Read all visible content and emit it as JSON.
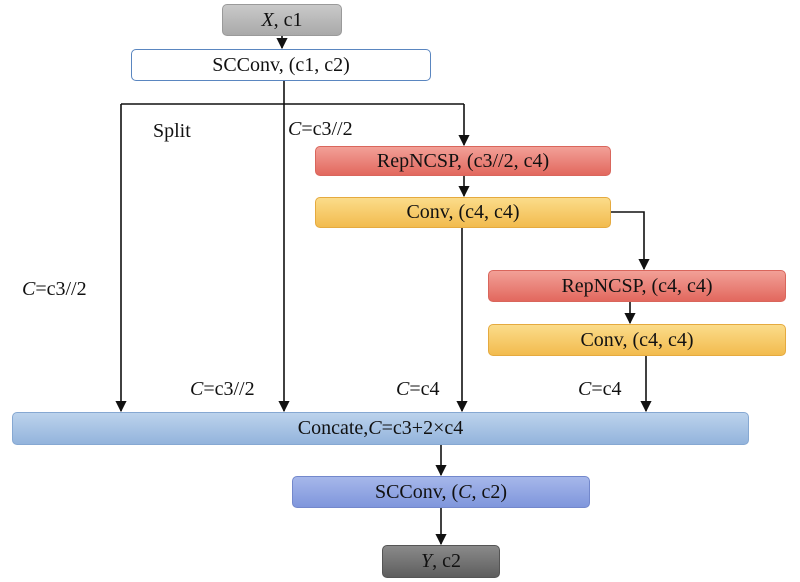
{
  "nodes": {
    "input": {
      "var": "X",
      "rest": ", c1"
    },
    "scconv_in": {
      "text": "SCConv, (c1, c2)"
    },
    "repncsp_1": {
      "text": "RepNCSP, (c3//2, c4)"
    },
    "conv_1": {
      "text": "Conv, (c4, c4)"
    },
    "repncsp_2": {
      "text": "RepNCSP, (c4, c4)"
    },
    "conv_2": {
      "text": "Conv, (c4, c4)"
    },
    "concat": {
      "pre": "Concate, ",
      "var": "C",
      "rest": "=c3+2×c4"
    },
    "scconv_out": {
      "pre": "SCConv, (",
      "var": "C",
      "rest": ", c2)"
    },
    "output": {
      "var": "Y",
      "rest": ", c2"
    }
  },
  "labels": {
    "split": "Split",
    "branch_top": {
      "var": "C",
      "rest": "=c3//2"
    },
    "branch_left": {
      "var": "C",
      "rest": "=c3//2"
    },
    "branch_mid": {
      "var": "C",
      "rest": "=c3//2"
    },
    "branch_c4_a": {
      "var": "C",
      "rest": "=c4"
    },
    "branch_c4_b": {
      "var": "C",
      "rest": "=c4"
    }
  },
  "colors": {
    "line": "#111111",
    "red_block": "#e2685e",
    "yellow_block": "#f2bb4e",
    "blue_block": "#93b4dc"
  }
}
